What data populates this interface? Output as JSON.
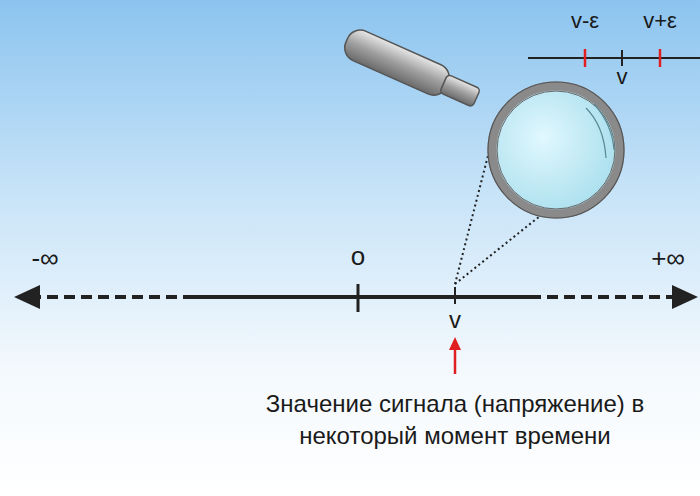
{
  "diagram": {
    "labels": [
      "v-ε",
      "v+ε",
      "v",
      "-∞",
      "o",
      "+∞",
      "v",
      "Значение сигнала (напряжение) в некоторый момент времени"
    ]
  }
}
